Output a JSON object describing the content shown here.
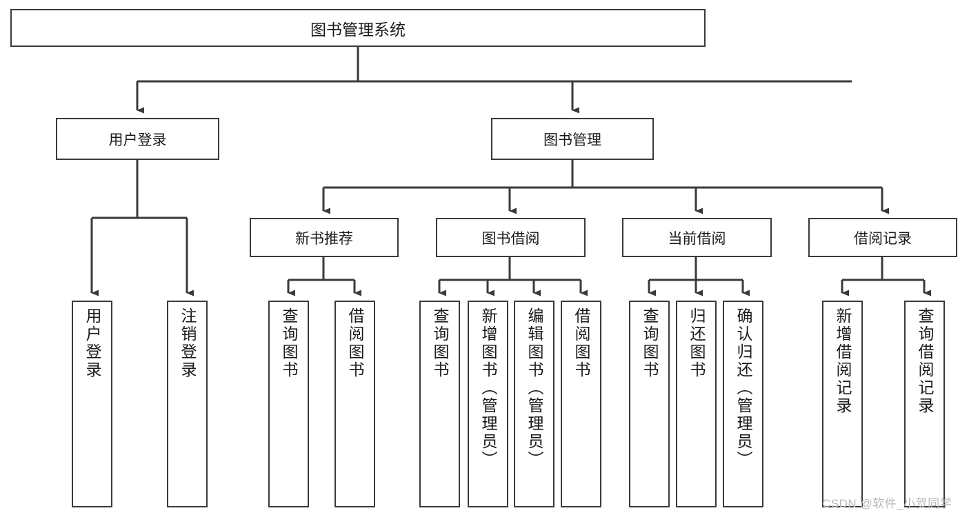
{
  "diagram": {
    "type": "tree-hierarchy",
    "title": "图书管理系统",
    "watermark": "CSDN @软件_小贺同学",
    "colors": {
      "box_border": "#3a3a3a",
      "box_fill": "#ffffff",
      "connector": "#3a3a3a",
      "text": "#1a1a1a",
      "watermark": "#b9b9b9",
      "background": "#ffffff"
    },
    "nodes": {
      "root": {
        "label": "图书管理系统"
      },
      "level2": [
        {
          "id": "user-login",
          "label": "用户登录"
        },
        {
          "id": "book-manage",
          "label": "图书管理"
        }
      ],
      "level3": [
        {
          "id": "new-book-recommend",
          "label": "新书推荐"
        },
        {
          "id": "book-borrow",
          "label": "图书借阅"
        },
        {
          "id": "current-borrow",
          "label": "当前借阅"
        },
        {
          "id": "borrow-record",
          "label": "借阅记录"
        }
      ],
      "leaves": [
        {
          "id": "leaf-user-login",
          "label": "用户登录",
          "parent": "user-login"
        },
        {
          "id": "leaf-user-logout",
          "label": "注销登录",
          "parent": "user-login"
        },
        {
          "id": "leaf-query-book-1",
          "label": "查询图书",
          "parent": "new-book-recommend"
        },
        {
          "id": "leaf-borrow-book-1",
          "label": "借阅图书",
          "parent": "new-book-recommend"
        },
        {
          "id": "leaf-query-book-2",
          "label": "查询图书",
          "parent": "book-borrow"
        },
        {
          "id": "leaf-add-book",
          "label": "新增图书（管理员）",
          "parent": "book-borrow"
        },
        {
          "id": "leaf-edit-book",
          "label": "编辑图书（管理员）",
          "parent": "book-borrow"
        },
        {
          "id": "leaf-borrow-book-2",
          "label": "借阅图书",
          "parent": "book-borrow"
        },
        {
          "id": "leaf-query-book-3",
          "label": "查询图书",
          "parent": "current-borrow"
        },
        {
          "id": "leaf-return-book",
          "label": "归还图书",
          "parent": "current-borrow"
        },
        {
          "id": "leaf-confirm-return",
          "label": "确认归还（管理员）",
          "parent": "current-borrow"
        },
        {
          "id": "leaf-add-record",
          "label": "新增借阅记录",
          "parent": "borrow-record"
        },
        {
          "id": "leaf-query-record",
          "label": "查询借阅记录",
          "parent": "borrow-record"
        }
      ]
    }
  }
}
